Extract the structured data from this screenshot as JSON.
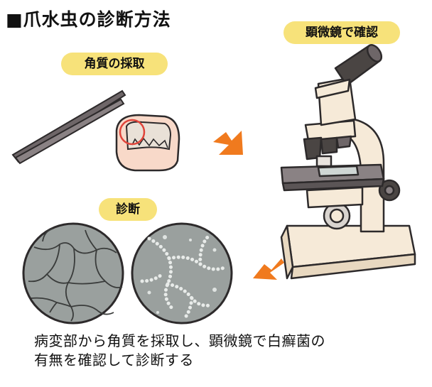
{
  "title": "■爪水虫の診断方法",
  "labels": {
    "sampling": "角質の採取",
    "microscope": "顕微鏡で確認",
    "diagnosis": "診断"
  },
  "caption": {
    "line1": "病変部から角質を採取し、顕微鏡で白癬菌の",
    "line2": "有無を確認して診断する"
  },
  "colors": {
    "label_bg": "#f7e27a",
    "arrow": "#f07a1e",
    "microscope_body": "#f6ead8",
    "microscope_dark": "#4a4543",
    "marker_circle": "#e0443a",
    "slide_gray": "#9aa09e"
  }
}
